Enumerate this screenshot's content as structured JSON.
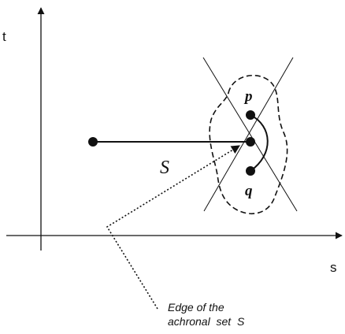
{
  "axes": {
    "t_label": "t",
    "s_label": "s"
  },
  "points": {
    "p_label": "p",
    "q_label": "q"
  },
  "set_label": "S",
  "annotation": {
    "line1": "Edge of the",
    "line2": "achronal  set  S"
  },
  "colors": {
    "ink": "#111111"
  }
}
